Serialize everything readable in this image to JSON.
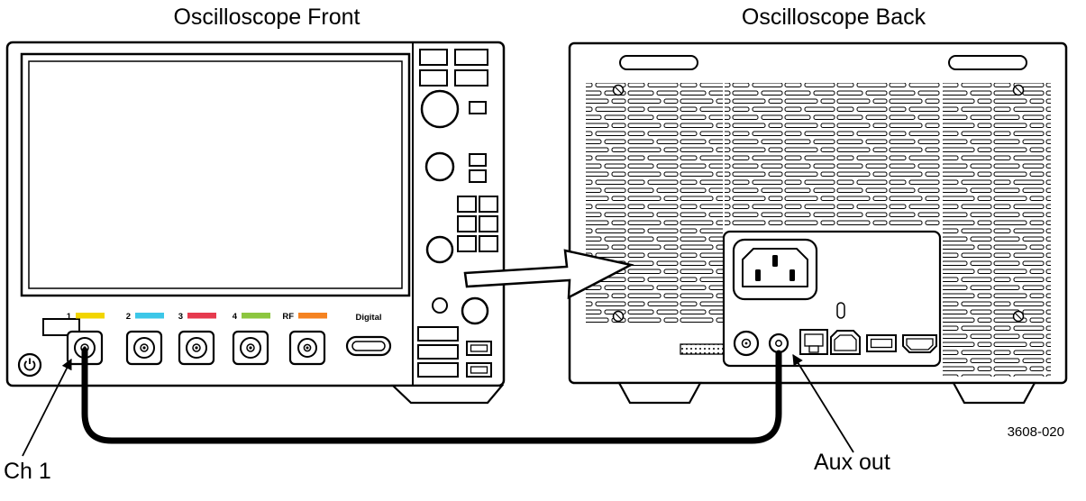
{
  "titles": {
    "front": "Oscilloscope Front",
    "back": "Oscilloscope Back"
  },
  "callouts": {
    "ch1": "Ch 1",
    "aux_out": "Aux out"
  },
  "figure_number": "3608-020",
  "front_panel": {
    "digital_label": "Digital",
    "power_icon": "power-symbol",
    "channels": [
      {
        "label": "1",
        "color": "#f2d500"
      },
      {
        "label": "2",
        "color": "#3cc7e8"
      },
      {
        "label": "3",
        "color": "#e63a4e"
      },
      {
        "label": "4",
        "color": "#8cc63f"
      },
      {
        "label": "RF",
        "color": "#f58220"
      }
    ]
  }
}
